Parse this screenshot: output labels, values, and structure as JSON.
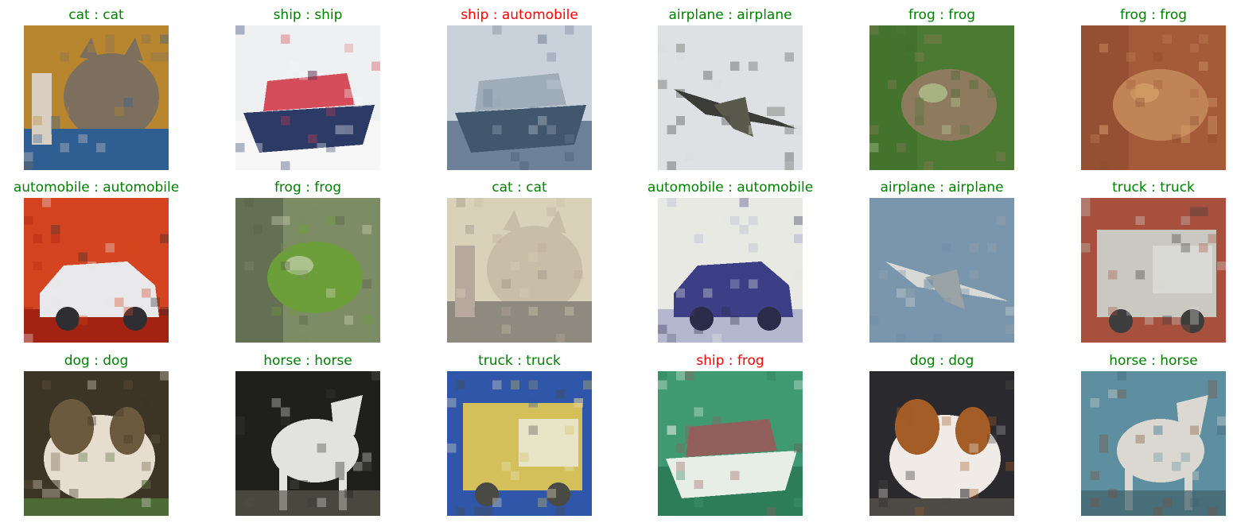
{
  "colors": {
    "correct": "#008000",
    "incorrect": "#ff0000"
  },
  "grid": [
    [
      {
        "label": "cat : cat",
        "status": "correct",
        "icon": "cat-photo",
        "palette": [
          "#b8862e",
          "#7d6f5e",
          "#2f5f92",
          "#d8cfc2"
        ]
      },
      {
        "label": "ship : ship",
        "status": "correct",
        "icon": "ship-photo",
        "palette": [
          "#eef0f2",
          "#f7f7f7",
          "#2c3a66",
          "#d23b4a"
        ]
      },
      {
        "label": "ship : automobile",
        "status": "incorrect",
        "icon": "ship-photo",
        "palette": [
          "#c9d2da",
          "#6d8198",
          "#41576e",
          "#9aa9b7"
        ]
      },
      {
        "label": "airplane : airplane",
        "status": "correct",
        "icon": "airplane-photo",
        "palette": [
          "#dfe0e4",
          "#d9dbe0",
          "#3b3b38",
          "#5a5a4c"
        ]
      },
      {
        "label": "frog : frog",
        "status": "correct",
        "icon": "frog-photo",
        "palette": [
          "#4d7a33",
          "#3f6e2c",
          "#8e7a5c",
          "#b9d79d"
        ]
      },
      {
        "label": "frog : frog",
        "status": "correct",
        "icon": "frog-photo",
        "palette": [
          "#a55b3a",
          "#8a4a2e",
          "#c08456",
          "#d9a76e"
        ]
      }
    ],
    [
      {
        "label": "automobile : automobile",
        "status": "correct",
        "icon": "car-photo",
        "palette": [
          "#d44420",
          "#a32312",
          "#e9e9eb",
          "#2e2e33"
        ]
      },
      {
        "label": "frog : frog",
        "status": "correct",
        "icon": "frog-photo",
        "palette": [
          "#7c8c64",
          "#555d48",
          "#6c9e3a",
          "#d9dcc6"
        ]
      },
      {
        "label": "cat : cat",
        "status": "correct",
        "icon": "cat-photo",
        "palette": [
          "#d9d1b8",
          "#c8bea7",
          "#8f8a7f",
          "#b7a99d"
        ]
      },
      {
        "label": "automobile : automobile",
        "status": "correct",
        "icon": "car-photo",
        "palette": [
          "#e8e9e3",
          "#b4b8cf",
          "#3d3f86",
          "#2b2b4a"
        ]
      },
      {
        "label": "airplane : airplane",
        "status": "correct",
        "icon": "airplane-photo",
        "palette": [
          "#7a96ad",
          "#6b8aa3",
          "#d7d9d6",
          "#9aa3a6"
        ]
      },
      {
        "label": "truck : truck",
        "status": "correct",
        "icon": "truck-photo",
        "palette": [
          "#a7503e",
          "#c9c9c2",
          "#d9d9d5",
          "#3d3d3d"
        ]
      }
    ],
    [
      {
        "label": "dog : dog",
        "status": "correct",
        "icon": "dog-photo",
        "palette": [
          "#3c3424",
          "#6b5a3e",
          "#e6ddcf",
          "#4b6a36"
        ]
      },
      {
        "label": "horse : horse",
        "status": "correct",
        "icon": "horse-photo",
        "palette": [
          "#1f1f1c",
          "#3c3c33",
          "#e2e2df",
          "#5a5a4e"
        ]
      },
      {
        "label": "truck : truck",
        "status": "correct",
        "icon": "truck-photo",
        "palette": [
          "#2f56a8",
          "#d4c05a",
          "#e8e4c8",
          "#4a4a44"
        ]
      },
      {
        "label": "ship : frog",
        "status": "incorrect",
        "icon": "ship-photo",
        "palette": [
          "#3f9a72",
          "#2d7d58",
          "#e6eee6",
          "#9a5a5a"
        ]
      },
      {
        "label": "dog : dog",
        "status": "correct",
        "icon": "dog-photo",
        "palette": [
          "#2a2a2e",
          "#a45d26",
          "#f0ebe6",
          "#4e4a46"
        ]
      },
      {
        "label": "horse : horse",
        "status": "correct",
        "icon": "horse-photo",
        "palette": [
          "#5e8fa0",
          "#7d4f37",
          "#dad8d0",
          "#3f5f6a"
        ]
      }
    ]
  ]
}
